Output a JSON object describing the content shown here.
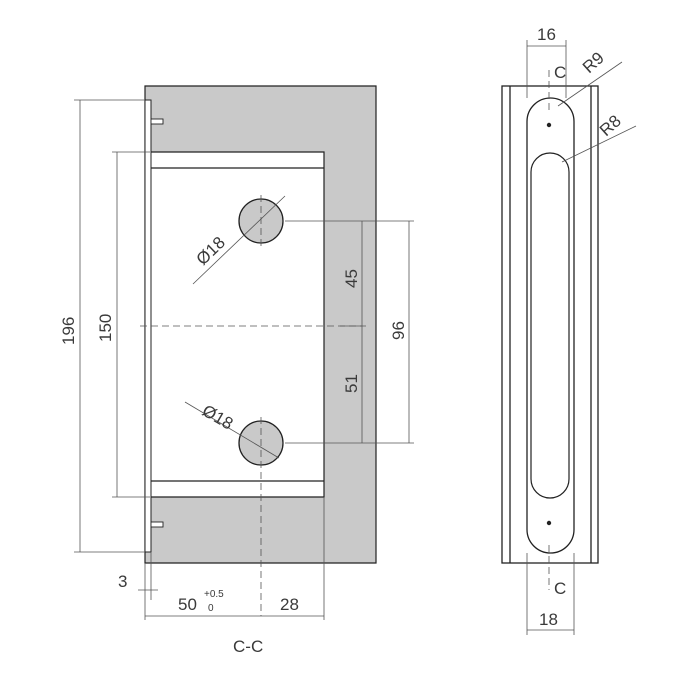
{
  "section_view": {
    "label": "C-C",
    "dims": {
      "overall_height": "196",
      "pocket_height": "150",
      "hole_dia_top": "Ø18",
      "hole_dia_bottom": "Ø18",
      "upper_offset": "45",
      "lower_offset": "51",
      "hole_spacing": "96",
      "wall": "3",
      "depth": "50",
      "tol_upper": "+0.5",
      "tol_lower": "0",
      "hole_edge": "28"
    }
  },
  "side_view": {
    "dims": {
      "top_width": "16",
      "bottom_width": "18",
      "radius_outer": "R9",
      "radius_inner": "R8",
      "section_mark_top": "C",
      "section_mark_bottom": "C"
    }
  },
  "colors": {
    "body_fill": "#c9c9c9",
    "line": "#222222",
    "dim_line": "#555555",
    "text": "#3a3a3a"
  }
}
